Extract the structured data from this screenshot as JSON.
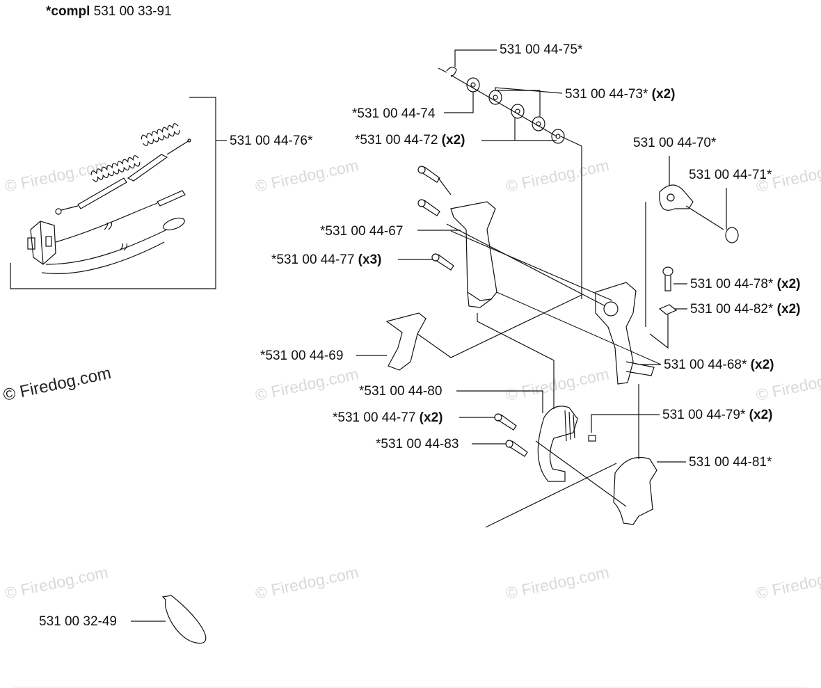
{
  "title": {
    "prefix": "*compl",
    "number": "531 00 33-91"
  },
  "watermark": {
    "text": "© Firedog.com",
    "color": "#d9d9d9"
  },
  "callouts": [
    {
      "id": "c75",
      "number": "531 00 44-75*",
      "qty": ""
    },
    {
      "id": "c73",
      "number": "531 00 44-73*",
      "qty": "(x2)"
    },
    {
      "id": "c74",
      "number": "*531 00 44-74",
      "qty": ""
    },
    {
      "id": "c72",
      "number": "*531 00 44-72",
      "qty": "(x2)"
    },
    {
      "id": "c76",
      "number": "531 00 44-76*",
      "qty": ""
    },
    {
      "id": "c70",
      "number": "531 00 44-70*",
      "qty": ""
    },
    {
      "id": "c71",
      "number": "531 00 44-71*",
      "qty": ""
    },
    {
      "id": "c67",
      "number": "*531 00 44-67",
      "qty": ""
    },
    {
      "id": "c77a",
      "number": "*531 00 44-77",
      "qty": "(x3)"
    },
    {
      "id": "c78",
      "number": "531 00 44-78*",
      "qty": "(x2)"
    },
    {
      "id": "c82",
      "number": "531 00 44-82*",
      "qty": "(x2)"
    },
    {
      "id": "c69",
      "number": "*531 00 44-69",
      "qty": ""
    },
    {
      "id": "c68",
      "number": "531 00 44-68*",
      "qty": "(x2)"
    },
    {
      "id": "c80",
      "number": "*531 00 44-80",
      "qty": ""
    },
    {
      "id": "c77b",
      "number": "*531 00 44-77",
      "qty": "(x2)"
    },
    {
      "id": "c79",
      "number": "531 00 44-79*",
      "qty": "(x2)"
    },
    {
      "id": "c83",
      "number": "*531 00 44-83",
      "qty": ""
    },
    {
      "id": "c81",
      "number": "531 00 44-81*",
      "qty": ""
    },
    {
      "id": "c49",
      "number": "531 00 32-49",
      "qty": ""
    }
  ]
}
